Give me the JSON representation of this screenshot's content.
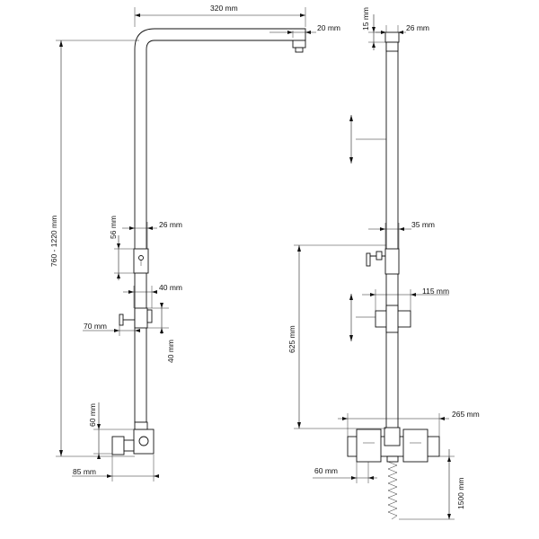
{
  "left_view": {
    "top_arm_length": "320 mm",
    "head_width": "20 mm",
    "total_height": "760 - 1220 mm",
    "bracket_height": "56 mm",
    "pipe_width": "26 mm",
    "slider_width": "40 mm",
    "knob_offset": "70 mm",
    "slider_height": "40 mm",
    "valve_height": "60 mm",
    "base_offset": "85 mm"
  },
  "right_view": {
    "head_depth": "15 mm",
    "pipe_width": "26 mm",
    "hook_width": "35 mm",
    "holder_width": "115 mm",
    "riser_height": "625 mm",
    "mixer_width": "265 mm",
    "mixer_depth": "60 mm",
    "hose_length": "1500 mm"
  }
}
